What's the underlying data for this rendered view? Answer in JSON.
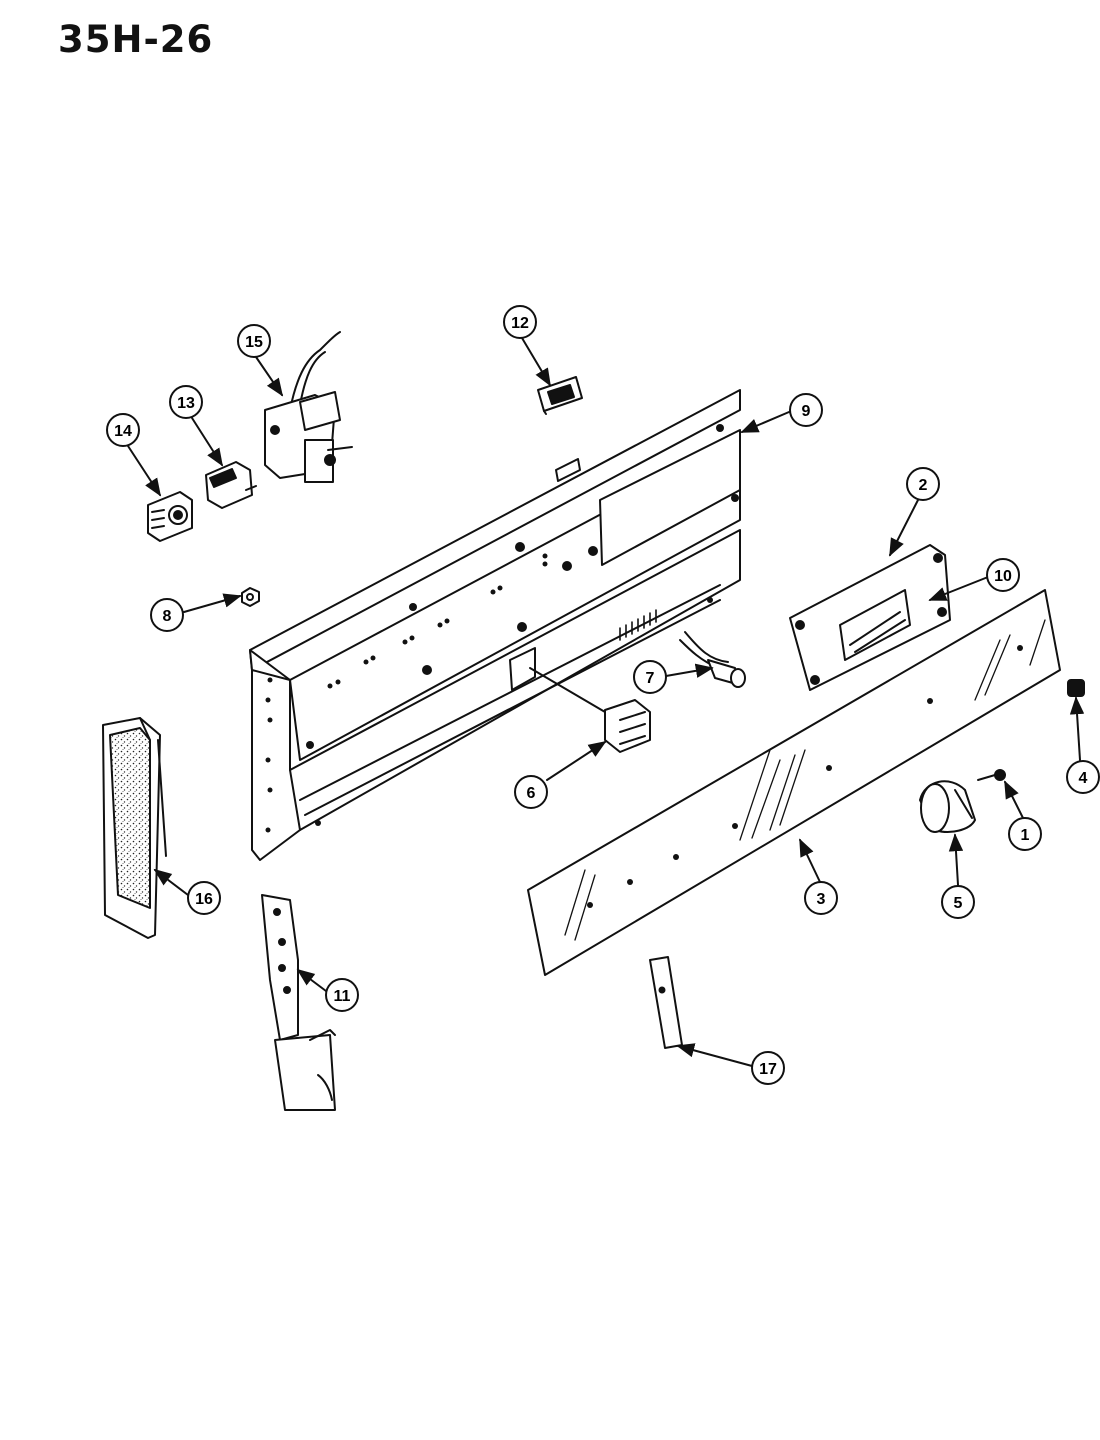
{
  "title": "35H-26",
  "callouts": [
    "1",
    "2",
    "3",
    "4",
    "5",
    "6",
    "7",
    "8",
    "9",
    "10",
    "11",
    "12",
    "13",
    "14",
    "15",
    "16",
    "17"
  ]
}
